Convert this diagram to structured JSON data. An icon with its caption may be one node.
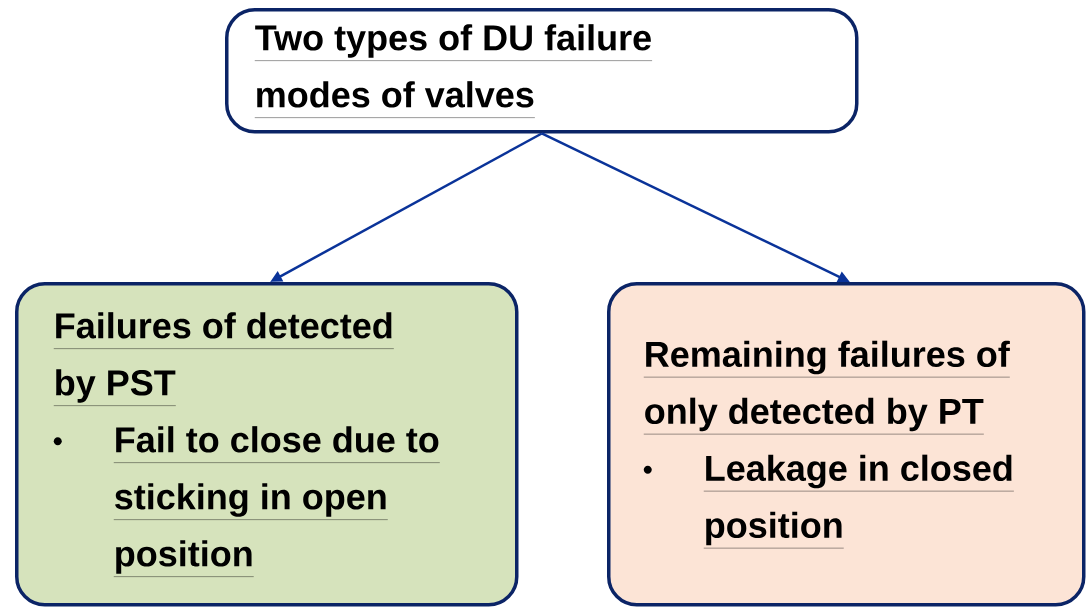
{
  "diagram": {
    "nodes": [
      {
        "text": [
          "Two types of DU failure modes of valves"
        ]
      },
      {
        "text": [
          "Failures of detected by PST",
          "Fail to close due to sticking in open position"
        ]
      },
      {
        "text": [
          "Remaining failures of only detected by PT",
          "Leakage in closed position"
        ]
      }
    ],
    "edges": [
      {
        "from": 0,
        "to": 1,
        "arrow": "to"
      },
      {
        "from": 0,
        "to": 2,
        "arrow": "to"
      }
    ]
  }
}
